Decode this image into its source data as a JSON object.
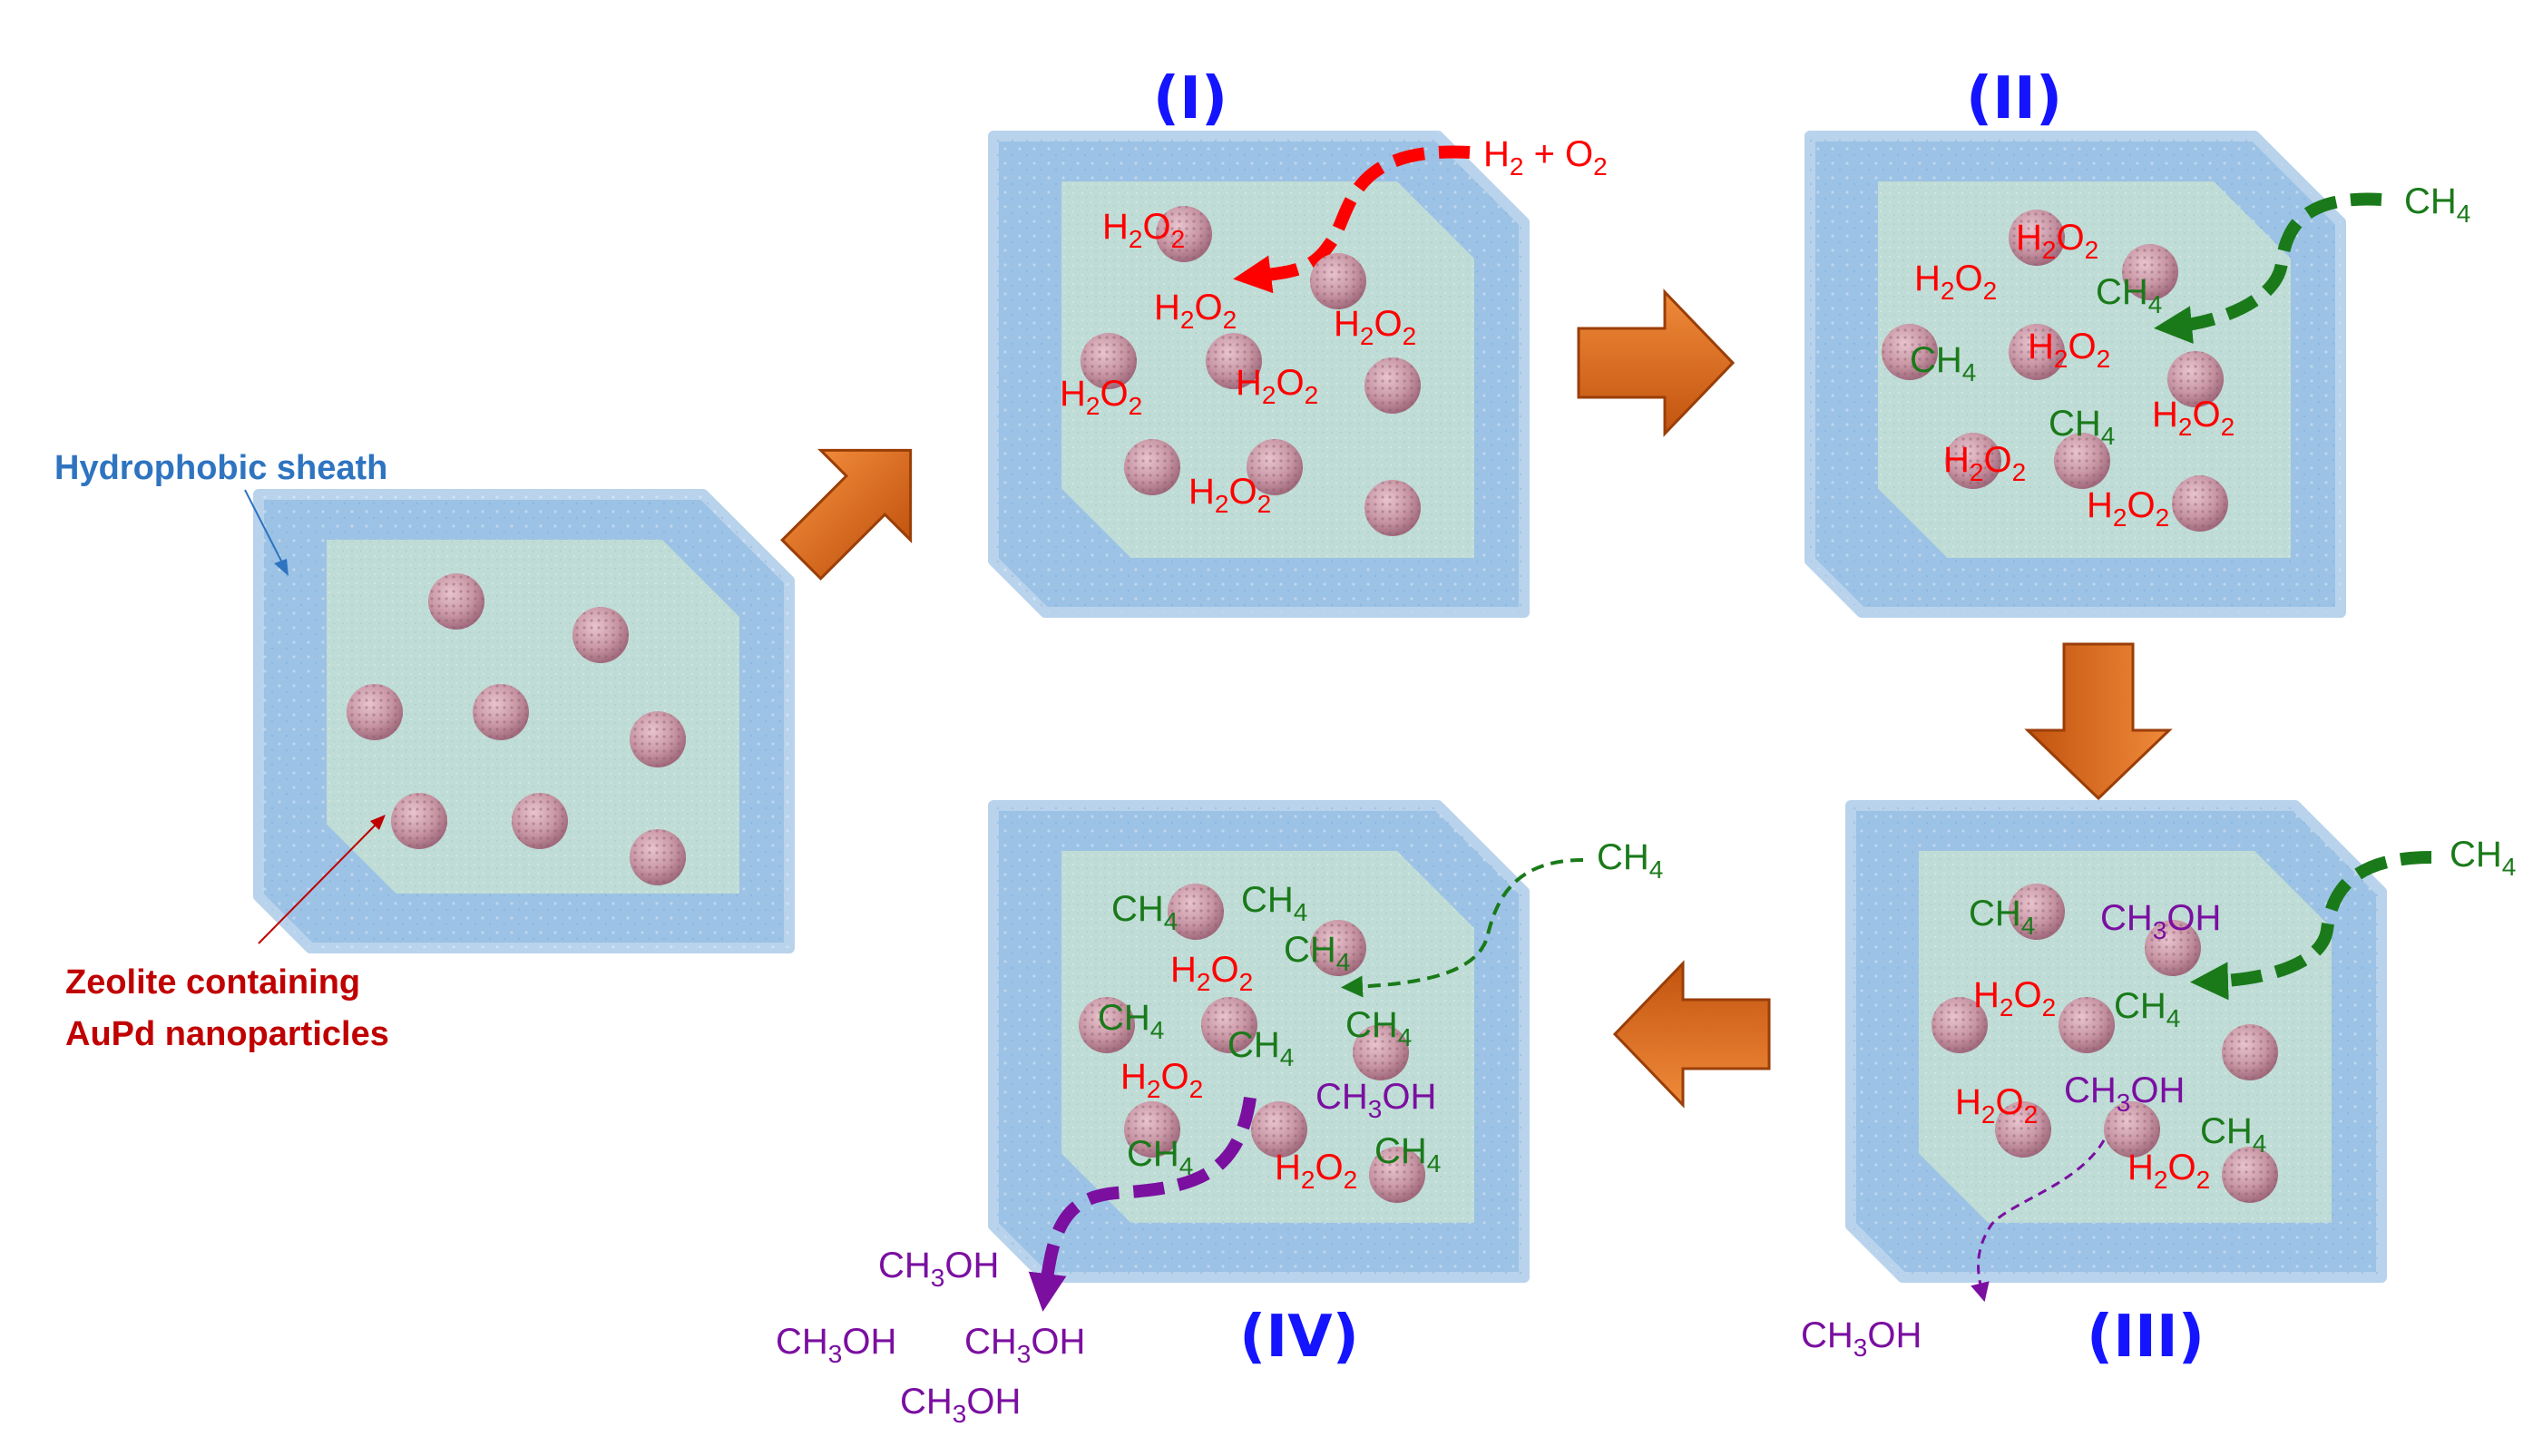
{
  "colors": {
    "sheath": "#9cc2e5",
    "zeolite": "#bfdcd6",
    "particle": "#c896a4",
    "orange_arrow": "#d8651c",
    "h2o2": "#ff0000",
    "ch4": "#1a7a1a",
    "ch3oh": "#7a0fa0",
    "stage_title": "#1414ff",
    "sheath_label": "#2e74c0",
    "zeolite_label": "#c00000"
  },
  "labels": {
    "hydrophobic_sheath": "Hydrophobic sheath",
    "zeolite_line1": "Zeolite containing",
    "zeolite_line2": "AuPd nanoparticles"
  },
  "stages": {
    "I": "(I)",
    "II": "(II)",
    "III": "(III)",
    "IV": "(IV)"
  },
  "reactants": {
    "h2_o2": "H2 + O2",
    "ch4": "CH4"
  },
  "molecules": {
    "h2o2": "H2O2",
    "ch4": "CH4",
    "ch3oh": "CH3OH"
  },
  "icons": {
    "process_arrow": "block-arrow-icon",
    "feed_arrow": "dashed-curved-arrow-icon",
    "nanoparticle": "sphere-icon"
  }
}
